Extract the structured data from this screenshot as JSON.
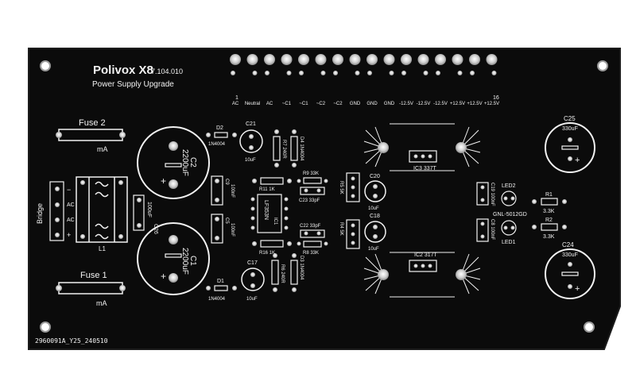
{
  "colors": {
    "background": "#ffffff",
    "board": "#0b0b0b",
    "silkscreen": "#f2f2f2",
    "copper_pad": "#d9d9d9"
  },
  "board": {
    "title": "Polivox X8",
    "part_number": "7.104.010",
    "subtitle": "Power Supply Upgrade",
    "serial": "2960091A_Y25_240510"
  },
  "header": {
    "pin_first": "1",
    "pin_last": "16",
    "pins": [
      "AC",
      "Neutral",
      "AC",
      "~C1",
      "~C1",
      "~C2",
      "~C2",
      "GND",
      "GND",
      "GND",
      "-12.5V",
      "-12.5V",
      "-12.5V",
      "+12.5V",
      "+12.5V",
      "+12.5V"
    ]
  },
  "labels": {
    "fuse2": "Fuse 2",
    "fuse2_unit": "mA",
    "fuse1": "Fuse 1",
    "fuse1_unit": "mA",
    "bridge": "Bridge",
    "bridge_ac1": "AC",
    "bridge_ac2": "AC",
    "bridge_minus": "−",
    "bridge_plus": "+",
    "l1": "L1",
    "c26": "C26",
    "c26_val": "100uF",
    "c2": "C2",
    "c2_val": "2200uF",
    "c1": "C1",
    "c1_val": "2200uF",
    "d2": "D2",
    "d2_val": "1N4004",
    "d1": "D1",
    "d1_val": "1N4004",
    "c21": "C21",
    "c21_val": "10uF",
    "c17": "C17",
    "c17_val": "10uF",
    "r7": "R7 240R",
    "d4": "D4 1N4004",
    "r6": "R6 240R",
    "d3": "D3 1N4004",
    "c9": "C9",
    "c9_val": "100nF",
    "c5": "C5",
    "c5_val": "100nF",
    "r11": "R11 1K",
    "r16": "R16 1K",
    "ic1": "LF353N",
    "ic1_ref": "IC1",
    "r9": "R9 33K",
    "c23": "C23 33pF",
    "c22": "C22 33pF",
    "r8": "R8 33K",
    "r5": "R5 5K",
    "r4": "R4 5K",
    "c20": "C20",
    "c20_val": "10uF",
    "c18": "C18",
    "c18_val": "10uF",
    "ic3": "IC3 337T",
    "ic2": "IC2 317T",
    "c25": "C25",
    "c25_val": "330uF",
    "c24": "C24",
    "c24_val": "330uF",
    "led2": "LED2",
    "led1": "LED1",
    "c19": "C19 100nF",
    "c8": "C8 100nF",
    "r1": "R1",
    "r1_val": "3.3K",
    "r2": "R2",
    "r2_val": "3.3K",
    "gnl": "GNL-5012GD"
  }
}
